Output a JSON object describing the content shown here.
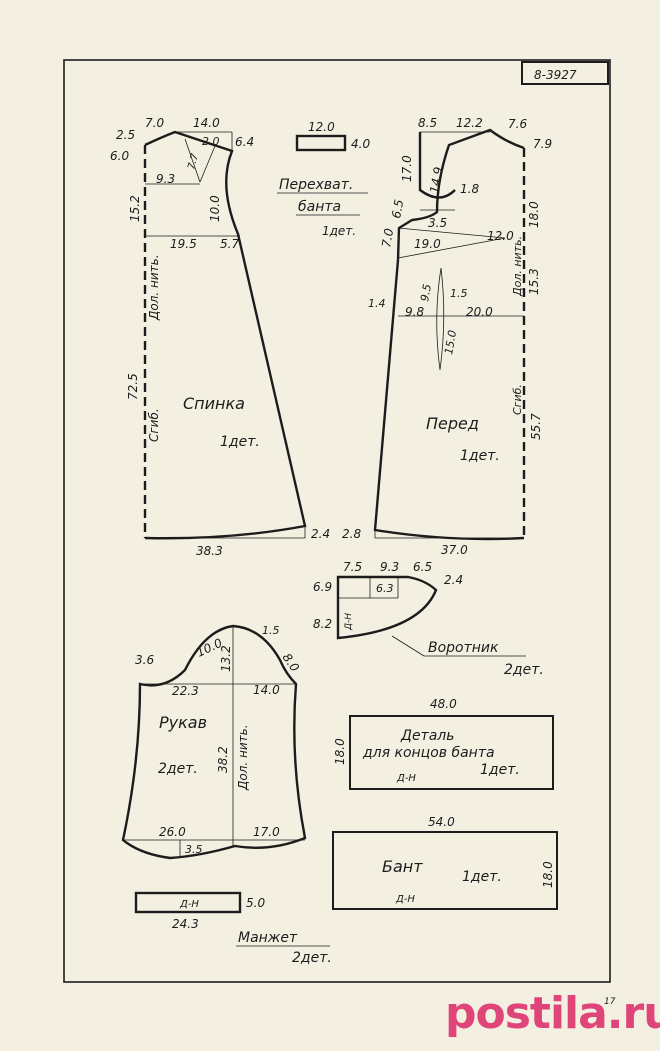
{
  "sheet": {
    "code": "8-3927",
    "page_number": "17"
  },
  "watermark": {
    "text": "postila.ru"
  },
  "pieces": {
    "back": {
      "name": "Спинка",
      "qty": "1дет.",
      "fold": "Сгиб.",
      "grain": "Дол. нить.",
      "dims": {
        "top_neck": "7.0",
        "top_shoulder": "14.0",
        "dart_w": "2.0",
        "right_top": "6.4",
        "left_top": "2.5",
        "left_neck": "6.0",
        "dart_len": "7.7",
        "neck_depth": "9.3",
        "armhole_depth": "15.2",
        "armhole": "10.0",
        "chest": "19.5",
        "side_ext": "5.7",
        "length": "72.5",
        "hem": "38.3",
        "hem_rise": "2.4"
      }
    },
    "front": {
      "name": "Перед",
      "qty": "1дет.",
      "fold": "Сгиб.",
      "grain": "Дол. нить.",
      "dims": {
        "neck_w": "8.5",
        "shoulder": "12.2",
        "neck_side": "7.6",
        "neck_drop": "7.9",
        "shoulder_h": "17.0",
        "armhole_inner": "14.9",
        "armhole_w": "1.8",
        "shoulder_drop": "3.5",
        "side_a": "6.5",
        "side_b": "7.0",
        "dart_len": "19.0",
        "dart_to_fold": "12.0",
        "fold_upper": "18.0",
        "fold_lower": "15.3",
        "waist_dart_top": "9.5",
        "waist_dart_w": "1.5",
        "side_offset": "1.4",
        "waist_left": "9.8",
        "waist_right": "20.0",
        "waist_dart_bottom": "15.0",
        "length": "55.7",
        "hem": "37.0",
        "hem_rise": "2.8"
      }
    },
    "bow_band": {
      "name": "Перехват.",
      "name2": "банта",
      "qty": "1дет.",
      "dims": {
        "length": "12.0",
        "width": "4.0"
      }
    },
    "collar": {
      "name": "Воротник",
      "qty": "2дет.",
      "grain": "Д-Н",
      "dims": {
        "a": "7.5",
        "b": "9.3",
        "c": "6.5",
        "d": "6.3",
        "e": "2.4",
        "f": "6.9",
        "g": "8.2"
      }
    },
    "sleeve": {
      "name": "Рукав",
      "qty": "2дет.",
      "grain": "Дол. нить.",
      "dims": {
        "cap_left": "3.6",
        "cap_a": "10.0",
        "cap_h": "13.2",
        "cap_right": "1.5",
        "cap_b": "8.0",
        "width_left": "22.3",
        "width_right": "14.0",
        "length": "38.2",
        "bottom_left": "26.0",
        "bottom_right": "17.0",
        "bottom_gap": "3.5"
      }
    },
    "bow_ends": {
      "name": "Деталь",
      "name2": "для концов банта",
      "qty": "1дет.",
      "grain": "Д-Н",
      "dims": {
        "length": "48.0",
        "width": "18.0"
      }
    },
    "bow": {
      "name": "Бант",
      "qty": "1дет.",
      "grain": "Д-Н",
      "dims": {
        "length": "54.0",
        "width": "18.0"
      }
    },
    "cuff": {
      "name": "Манжет",
      "qty": "2дет.",
      "grain": "Д-Н",
      "dims": {
        "length": "24.3",
        "width": "5.0"
      }
    }
  }
}
